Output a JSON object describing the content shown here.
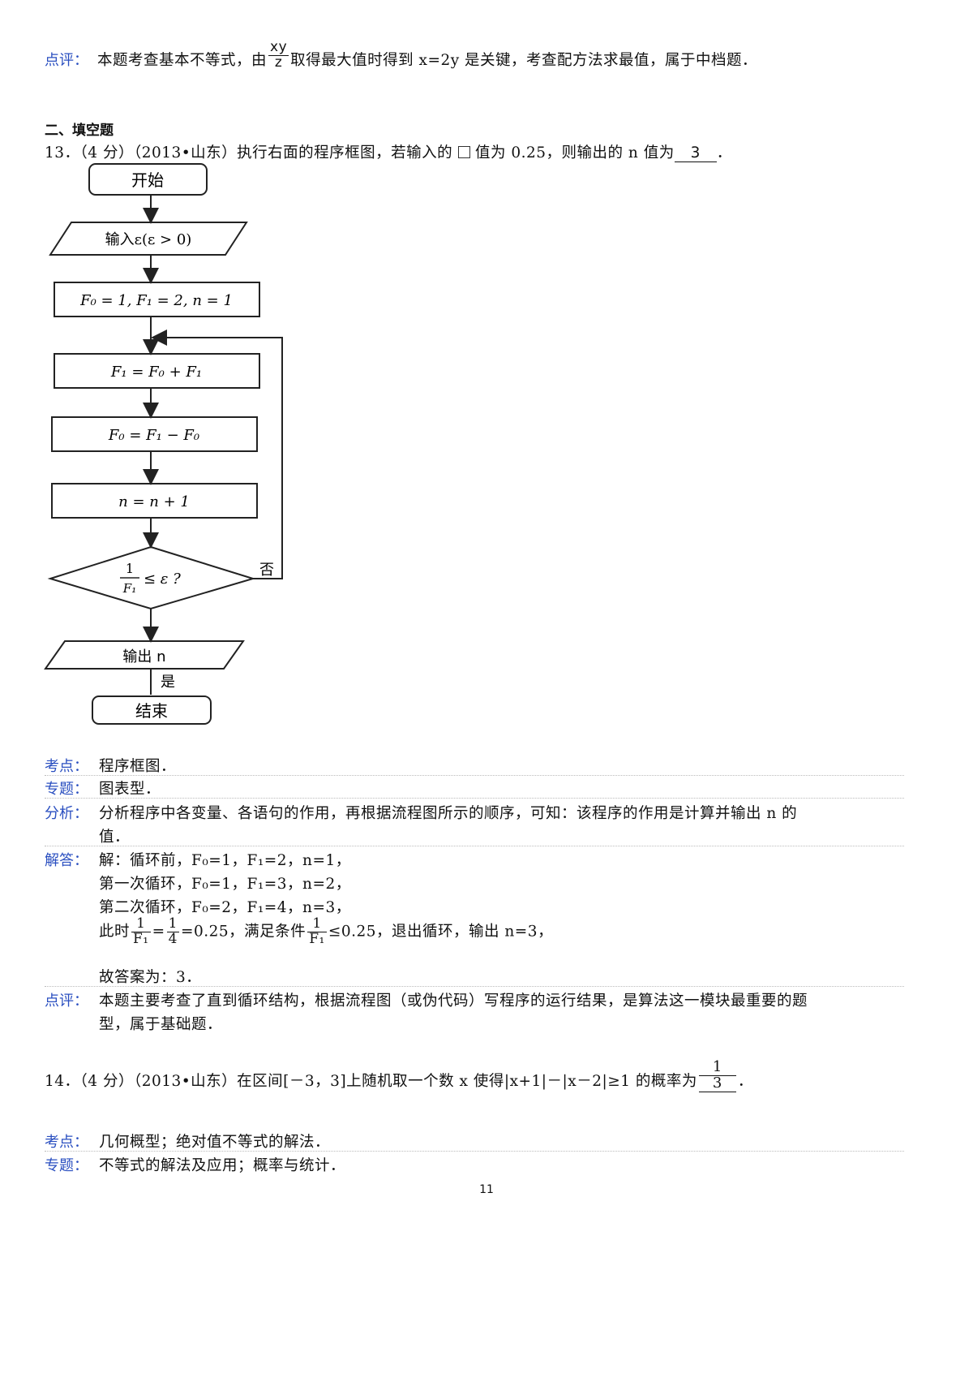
{
  "top_comment": {
    "label": "点评：",
    "before_frac": "本题考查基本不等式，由",
    "frac_num": "xy",
    "frac_den": "z",
    "after_frac": "取得最大值时得到 x=2y 是关键，考查配方法求最值，属于中档题．"
  },
  "section_title": "二、填空题",
  "q13": {
    "stem": "13．（4 分）（2013•山东）执行右面的程序框图，若输入的",
    "stem2": "值为 0.25，则输出的 n 值为",
    "answer": "3",
    "stem_end": "．",
    "flowchart": {
      "start": "开始",
      "input": "输入ε(ε > 0)",
      "init": "F₀ = 1, F₁ = 2, n = 1",
      "step1": "F₁ = F₀ + F₁",
      "step2": "F₀ = F₁ − F₀",
      "step3": "n = n + 1",
      "cond_num": "1",
      "cond_den": "F₁",
      "cond_rest": "≤ ε ?",
      "no_label": "否",
      "yes_label": "是",
      "output": "输出 n",
      "end": "结束"
    },
    "kaodian_label": "考点：",
    "kaodian": "程序框图．",
    "zhuanti_label": "专题：",
    "zhuanti": "图表型．",
    "fenxi_label": "分析：",
    "fenxi_1": "分析程序中各变量、各语句的作用，再根据流程图所示的顺序，可知：该程序的作用是计算并输出 n 的",
    "fenxi_2": "值．",
    "jieda_label": "解答：",
    "jieda_1": "解：循环前，F₀=1，F₁=2，n=1，",
    "jieda_2": "第一次循环，F₀=1，F₁=3，n=2，",
    "jieda_3": "第二次循环，F₀=2，F₁=4，n=3，",
    "jieda_4a": "此时",
    "jieda_4_f1_num": "1",
    "jieda_4_f1_den": "F₁",
    "jieda_4_eq": "=",
    "jieda_4_f2_num": "1",
    "jieda_4_f2_den": "4",
    "jieda_4b": "=0.25，满足条件",
    "jieda_4_f3_num": "1",
    "jieda_4_f3_den": "F₁",
    "jieda_4c": "≤0.25，退出循环，输出 n=3，",
    "jieda_5": "故答案为：3．",
    "dianping_label": "点评：",
    "dianping_1": "本题主要考查了直到循环结构，根据流程图（或伪代码）写程序的运行结果，是算法这一模块最重要的题",
    "dianping_2": "型，属于基础题．"
  },
  "q14": {
    "stem": "14．（4 分）（2013•山东）在区间[－3，3]上随机取一个数 x 使得|x+1|－|x－2|≥1 的概率为",
    "ans_num": "1",
    "ans_den": "3",
    "stem_end": "．",
    "kaodian_label": "考点：",
    "kaodian": "几何概型；绝对值不等式的解法．",
    "zhuanti_label": "专题：",
    "zhuanti": "不等式的解法及应用；概率与统计．"
  },
  "page_number": "11"
}
